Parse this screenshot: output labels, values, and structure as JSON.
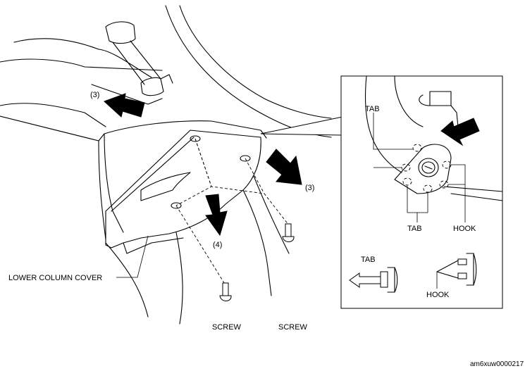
{
  "labels": {
    "step3_left": "(3)",
    "step3_right": "(3)",
    "step4": "(4)",
    "lower_column_cover": "LOWER COLUMN COVER",
    "screw_left": "SCREW",
    "screw_right": "SCREW",
    "tab_top": "TAB",
    "tab_bottom": "TAB",
    "hook_right": "HOOK",
    "tab_legend": "TAB",
    "hook_legend": "HOOK",
    "figure_code": "am6xuw0000217"
  }
}
